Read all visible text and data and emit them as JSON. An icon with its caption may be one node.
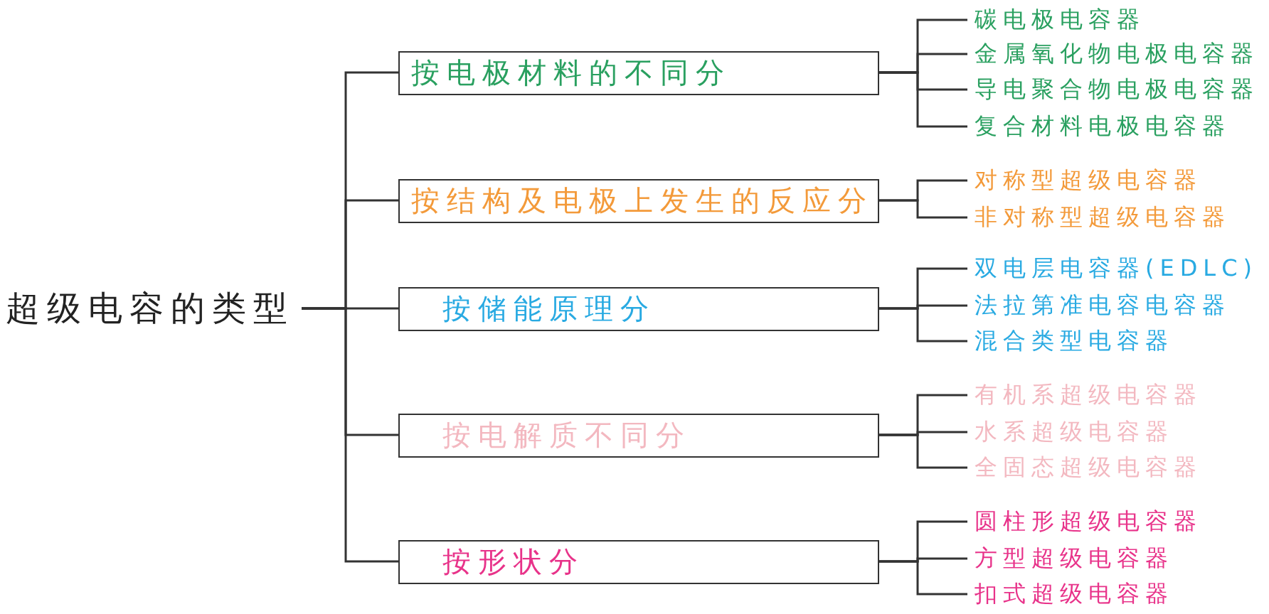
{
  "diagram": {
    "nodes": [
      {
        "text": [
          "超级电容的类型"
        ]
      },
      {
        "text": [
          "按电极材料的不同分"
        ]
      },
      {
        "text": [
          "碳电极电容器"
        ]
      },
      {
        "text": [
          "金属氧化物电极电容器"
        ]
      },
      {
        "text": [
          "导电聚合物电极电容器"
        ]
      },
      {
        "text": [
          "复合材料电极电容器"
        ]
      },
      {
        "text": [
          "按结构及电极上发生的反应分"
        ]
      },
      {
        "text": [
          "对称型超级电容器"
        ]
      },
      {
        "text": [
          "非对称型超级电容器"
        ]
      },
      {
        "text": [
          "按储能原理分"
        ]
      },
      {
        "text": [
          "双电层电容器(EDLC)"
        ]
      },
      {
        "text": [
          "法拉第准电容电容器"
        ]
      },
      {
        "text": [
          "混合类型电容器"
        ]
      },
      {
        "text": [
          "按电解质不同分"
        ]
      },
      {
        "text": [
          "有机系超级电容器"
        ]
      },
      {
        "text": [
          "水系超级电容器"
        ]
      },
      {
        "text": [
          "全固态超级电容器"
        ]
      },
      {
        "text": [
          "按形状分"
        ]
      },
      {
        "text": [
          "圆柱形超级电容器"
        ]
      },
      {
        "text": [
          "方型超级电容器"
        ]
      },
      {
        "text": [
          "扣式超级电容器"
        ]
      }
    ],
    "edges": [
      {
        "from": 0,
        "to": 1,
        "arrow": "none"
      },
      {
        "from": 0,
        "to": 6,
        "arrow": "none"
      },
      {
        "from": 0,
        "to": 9,
        "arrow": "none"
      },
      {
        "from": 0,
        "to": 13,
        "arrow": "none"
      },
      {
        "from": 0,
        "to": 17,
        "arrow": "none"
      },
      {
        "from": 1,
        "to": 2,
        "arrow": "none"
      },
      {
        "from": 1,
        "to": 3,
        "arrow": "none"
      },
      {
        "from": 1,
        "to": 4,
        "arrow": "none"
      },
      {
        "from": 1,
        "to": 5,
        "arrow": "none"
      },
      {
        "from": 6,
        "to": 7,
        "arrow": "none"
      },
      {
        "from": 6,
        "to": 8,
        "arrow": "none"
      },
      {
        "from": 9,
        "to": 10,
        "arrow": "none"
      },
      {
        "from": 9,
        "to": 11,
        "arrow": "none"
      },
      {
        "from": 9,
        "to": 12,
        "arrow": "none"
      },
      {
        "from": 13,
        "to": 14,
        "arrow": "none"
      },
      {
        "from": 13,
        "to": 15,
        "arrow": "none"
      },
      {
        "from": 13,
        "to": 16,
        "arrow": "none"
      },
      {
        "from": 17,
        "to": 18,
        "arrow": "none"
      },
      {
        "from": 17,
        "to": 19,
        "arrow": "none"
      },
      {
        "from": 17,
        "to": 20,
        "arrow": "none"
      }
    ]
  }
}
